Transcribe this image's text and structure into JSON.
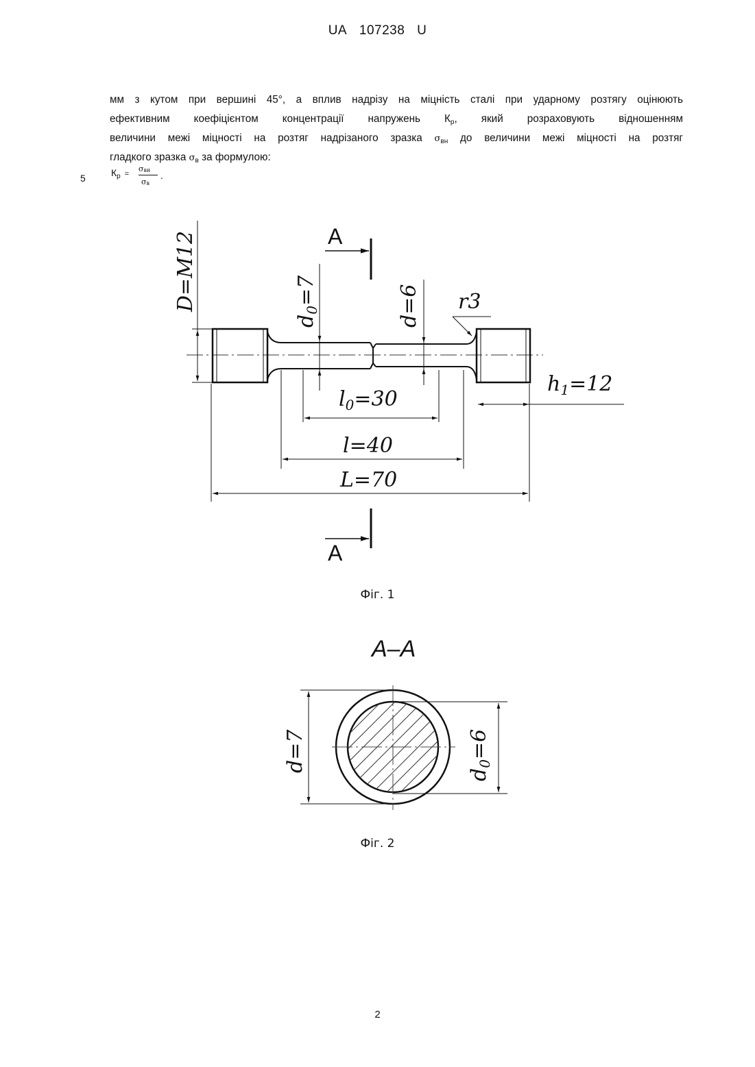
{
  "header": {
    "country": "UA",
    "number": "107238",
    "kind": "U"
  },
  "paragraph": {
    "line1": "мм з кутом при вершині 45°, а вплив надрізу на міцність сталі при ударному розтягу оцінюють",
    "line2_a": "ефективним коефіцієнтом концентрації напружень",
    "line2_sym": "К",
    "line2_sub": "р",
    "line2_b": ", який розраховують відношенням",
    "line3_a": "величини межі міцності на розтяг надрізаного зразка",
    "line3_sym": "σ",
    "line3_sub": "вн",
    "line3_b": "до величини межі міцності на розтяг",
    "line4_a": "гладкого зразка",
    "line4_sym": "σ",
    "line4_sub": "в",
    "line4_b": "за формулою:"
  },
  "formula": {
    "line_number": "5",
    "lhs": "К",
    "lhs_sub": "р",
    "equals": "=",
    "numerator": "σ",
    "numerator_sub": "вн",
    "denominator": "σ",
    "denominator_sub": "в",
    "end": "."
  },
  "figure1": {
    "caption": "Фіг. 1",
    "section_mark": "A",
    "labels": {
      "D": "D=M12",
      "d0_sym": "d",
      "d0_sub": "0",
      "d0_val": "=7",
      "d": "d=6",
      "r": "r3",
      "h1_sym": "h",
      "h1_sub": "1",
      "h1_val": "=12",
      "l0_sym": "l",
      "l0_sub": "0",
      "l0_val": "=30",
      "l": "l=40",
      "L": "L=70"
    }
  },
  "figure2": {
    "caption": "Фіг. 2",
    "title": "A–A",
    "labels": {
      "d": "d=7",
      "d0_sym": "d",
      "d0_sub": "0",
      "d0_val": "=6"
    }
  },
  "page_number": "2"
}
